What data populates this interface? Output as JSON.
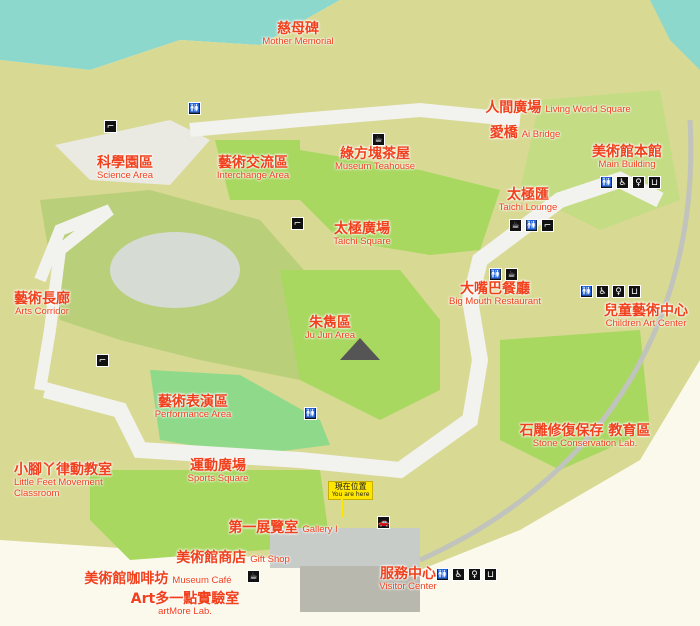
{
  "map": {
    "colors": {
      "sea": "#8dd8cc",
      "hill": "#d8d993",
      "lawn": "#a8d860",
      "path": "#f2f2ee",
      "pond": "#d6dbd4",
      "label": "#f0401c",
      "marker": "#ffe600"
    },
    "you_are_here": {
      "zh": "現在位置",
      "en": "You are here"
    },
    "labels": [
      {
        "zh": "慈母碑",
        "en": "Mother Memorial"
      },
      {
        "zh": "人間廣場",
        "en": "Living World Square"
      },
      {
        "zh": "愛橋",
        "en": "Ai Bridge"
      },
      {
        "zh": "美術館本館",
        "en": "Main Building"
      },
      {
        "zh": "科學園區",
        "en": "Science Area"
      },
      {
        "zh": "藝術交流區",
        "en": "Interchange Area"
      },
      {
        "zh": "綠方塊茶屋",
        "en": "Museum Teahouse"
      },
      {
        "zh": "太極匯",
        "en": "Taichi Lounge"
      },
      {
        "zh": "太極廣場",
        "en": "Taichi Square"
      },
      {
        "zh": "藝術長廊",
        "en": "Arts Corridor"
      },
      {
        "zh": "大嘴巴餐廳",
        "en": "Big Mouth Restaurant"
      },
      {
        "zh": "兒童藝術中心",
        "en": "Children Art Center"
      },
      {
        "zh": "朱雋區",
        "en": "Ju Jun Area"
      },
      {
        "zh": "藝術表演區",
        "en": "Performance Area"
      },
      {
        "zh": "石雕修復保存 教育區",
        "en": "Stone Conservation Lab."
      },
      {
        "zh": "小腳丫律動教室",
        "en": "Little Feet Movement Classroom"
      },
      {
        "zh": "運動廣場",
        "en": "Sports Square"
      },
      {
        "zh": "第一展覽室",
        "en": "Gallery I"
      },
      {
        "zh": "美術館商店",
        "en": "Gift Shop"
      },
      {
        "zh": "美術館咖啡坊",
        "en": "Museum Café"
      },
      {
        "zh": "服務中心",
        "en": "Visitor Center"
      },
      {
        "zh": "Art多一點實驗室",
        "en": "artMore Lab."
      }
    ],
    "icon_glyphs": {
      "restroom": "🚻",
      "accessible": "♿",
      "nursing": "♀",
      "locker": "⊔",
      "cafe": "☕",
      "stairs": "⌐",
      "parking": "🚗"
    }
  }
}
